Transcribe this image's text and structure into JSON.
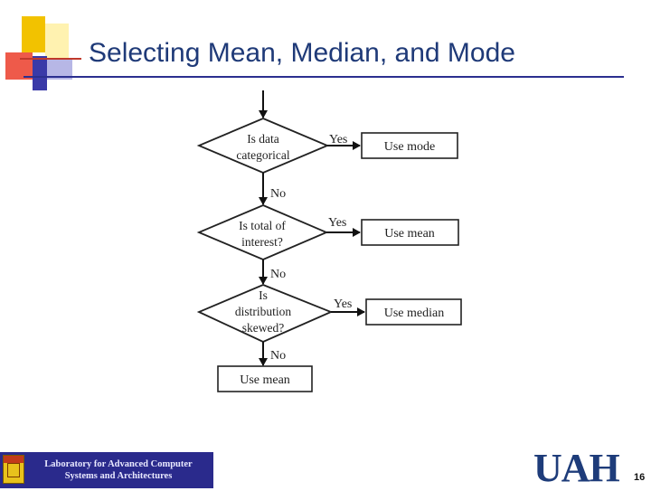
{
  "slide": {
    "title": "Selecting Mean, Median, and Mode",
    "page_number": "16"
  },
  "flowchart": {
    "decisions": [
      {
        "lines": [
          "Is data",
          "categorical"
        ],
        "yes": "Yes",
        "no": "No",
        "outcome": "Use mode"
      },
      {
        "lines": [
          "Is total of",
          "interest?"
        ],
        "yes": "Yes",
        "no": "No",
        "outcome": "Use mean"
      },
      {
        "lines": [
          "Is",
          "distribution",
          "skewed?"
        ],
        "yes": "Yes",
        "no": "No",
        "outcome": "Use median"
      }
    ],
    "final_outcome": "Use mean"
  },
  "footer": {
    "lab_line1": "Laboratory for Advanced Computer",
    "lab_line2": "Systems and Architectures",
    "logo_text": "UAH"
  },
  "colors": {
    "title": "#1f3a78",
    "rule": "#2b2f8f",
    "deco_yellow": "#f2c200",
    "deco_red": "#e53b2c",
    "deco_blue": "#3a3aa8",
    "footer_banner": "#2a2a8c"
  }
}
